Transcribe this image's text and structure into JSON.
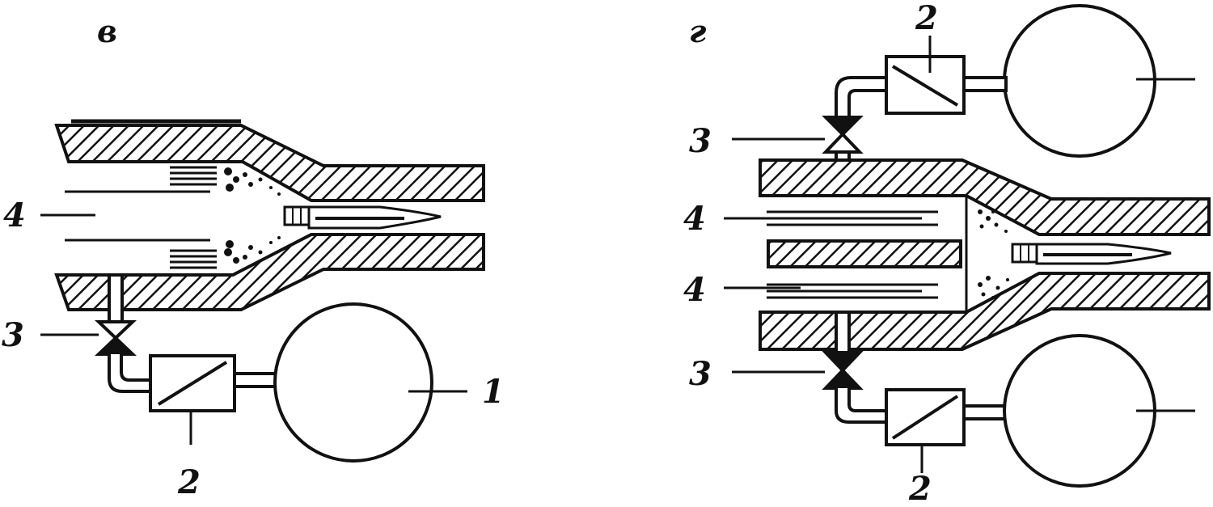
{
  "panels": [
    {
      "label": "в",
      "callouts": {
        "gas_source": "1",
        "regulator": "2",
        "valve": "3",
        "flow": "4"
      }
    },
    {
      "label": "г",
      "callouts": {
        "regulator_top": "2",
        "valve_top": "3",
        "flow_top": "4",
        "flow_bottom": "4",
        "valve_bottom": "3",
        "regulator_bottom": "2"
      }
    }
  ],
  "colors": {
    "ink": "#111111",
    "paper": "#ffffff"
  }
}
